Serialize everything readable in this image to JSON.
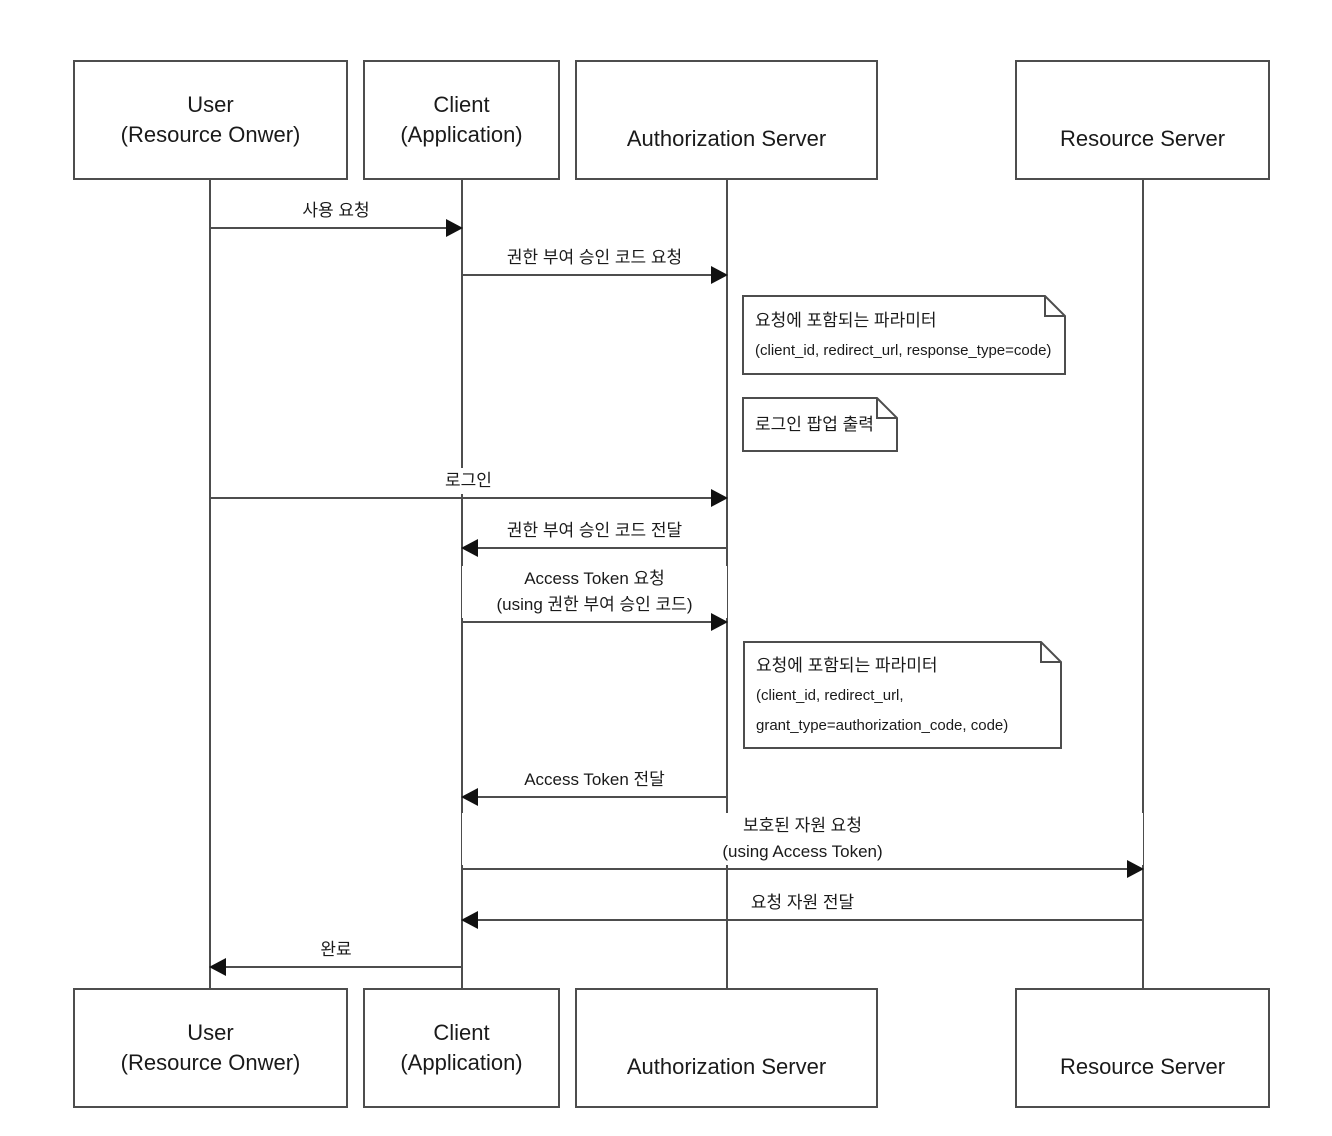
{
  "diagram_title": "OAuth authorization code flow sequence diagram",
  "colors": {
    "line": "#4d4d4d",
    "arrow": "#111111",
    "text": "#1a1a1a",
    "background": "#ffffff"
  },
  "actors": [
    {
      "id": "user",
      "lines": [
        "User",
        "(Resource Onwer)"
      ]
    },
    {
      "id": "client",
      "lines": [
        "Client",
        "(Application)"
      ]
    },
    {
      "id": "auth",
      "lines": [
        "Authorization Server"
      ]
    },
    {
      "id": "resource",
      "lines": [
        "Resource Server"
      ]
    }
  ],
  "messages": [
    {
      "from": "user",
      "to": "client",
      "lines": [
        "사용 요청"
      ]
    },
    {
      "from": "client",
      "to": "auth",
      "lines": [
        "권한 부여 승인 코드 요청"
      ]
    },
    {
      "from": "user",
      "to": "auth",
      "lines": [
        "로그인"
      ]
    },
    {
      "from": "auth",
      "to": "client",
      "lines": [
        "권한 부여 승인 코드 전달"
      ]
    },
    {
      "from": "client",
      "to": "auth",
      "lines": [
        "Access Token 요청",
        "(using 권한 부여 승인 코드)"
      ]
    },
    {
      "from": "auth",
      "to": "client",
      "lines": [
        "Access Token 전달"
      ]
    },
    {
      "from": "client",
      "to": "resource",
      "lines": [
        "보호된 자원 요청",
        "(using Access Token)"
      ]
    },
    {
      "from": "resource",
      "to": "client",
      "lines": [
        "요청 자원 전달"
      ]
    },
    {
      "from": "client",
      "to": "user",
      "lines": [
        "완료"
      ]
    }
  ],
  "notes": [
    {
      "lines": [
        "요청에 포함되는 파라미터",
        "(client_id, redirect_url, response_type=code)"
      ]
    },
    {
      "lines": [
        "로그인 팝업 출력"
      ]
    },
    {
      "lines": [
        "요청에 포함되는 파라미터",
        "(client_id, redirect_url,",
        "grant_type=authorization_code, code)"
      ]
    }
  ]
}
